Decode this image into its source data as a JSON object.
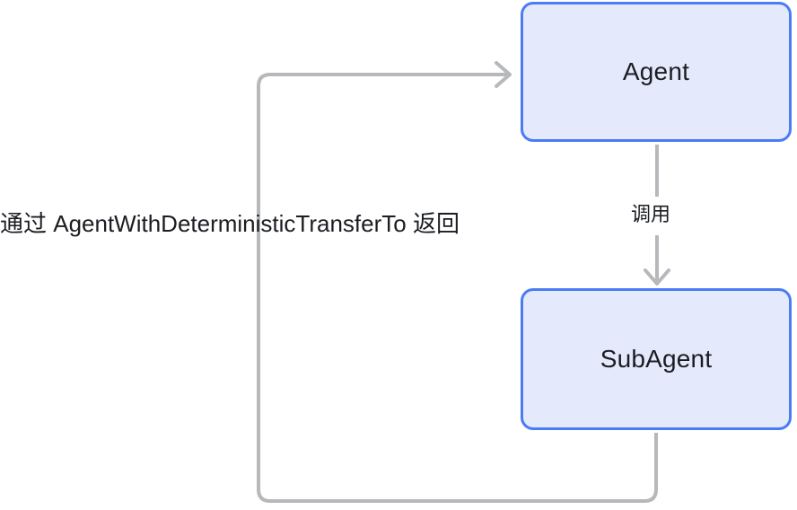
{
  "diagram": {
    "type": "flowchart",
    "background_color": "#ffffff",
    "nodes": [
      {
        "id": "agent",
        "label": "Agent",
        "fill_color": "#e4eafb",
        "border_color": "#4a7cf4"
      },
      {
        "id": "subagent",
        "label": "SubAgent",
        "fill_color": "#e4eafb",
        "border_color": "#4a7cf4"
      }
    ],
    "edges": [
      {
        "id": "call-edge",
        "from": "agent",
        "to": "subagent",
        "label": "调用",
        "color": "#b6b8bb",
        "direction": "down"
      },
      {
        "id": "return-edge",
        "from": "subagent",
        "to": "agent",
        "label": "通过 AgentWithDeterministicTransferTo 返回",
        "color": "#b6b8bb",
        "direction": "loop-left"
      }
    ]
  }
}
